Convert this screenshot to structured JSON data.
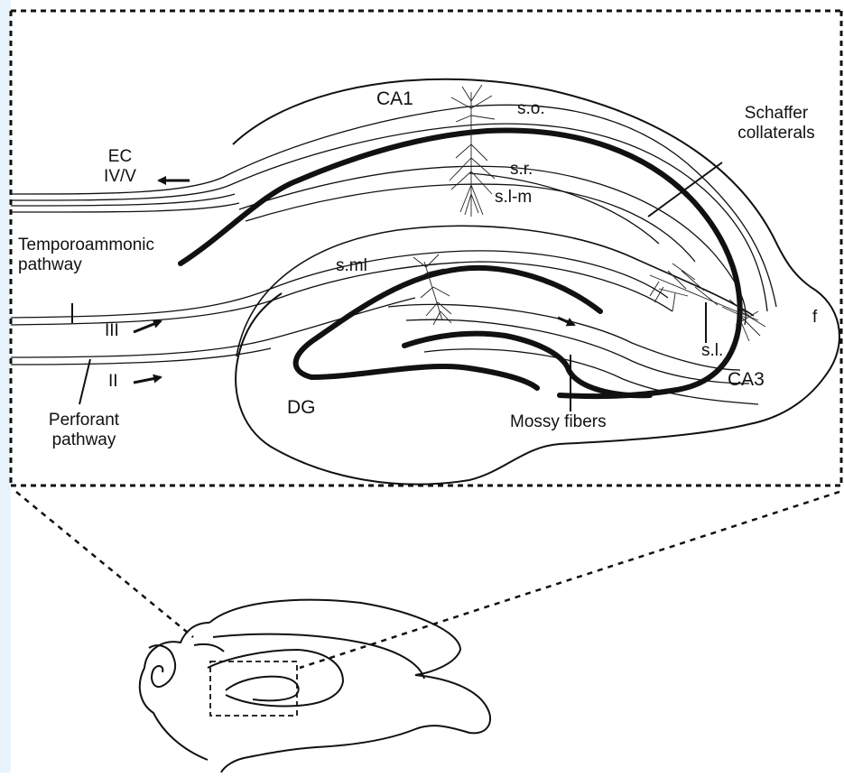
{
  "colors": {
    "ink": "#111111",
    "left_strip": "#e8f3fb",
    "background": "#ffffff"
  },
  "labels": {
    "ca1": "CA1",
    "so": "s.o.",
    "sr": "s.r.",
    "slm": "s.l-m",
    "schaffer_line1": "Schaffer",
    "schaffer_line2": "collaterals",
    "ec_line1": "EC",
    "ec_line2": "IV/V",
    "temporo_line1": "Temporoammonic",
    "temporo_line2": "pathway",
    "sml": "s.ml",
    "layer_iii": "III",
    "layer_ii": "II",
    "perforant_line1": "Perforant",
    "perforant_line2": "pathway",
    "dg": "DG",
    "mossy": "Mossy fibers",
    "sl": "s.l.",
    "ca3": "CA3",
    "f": "f"
  }
}
